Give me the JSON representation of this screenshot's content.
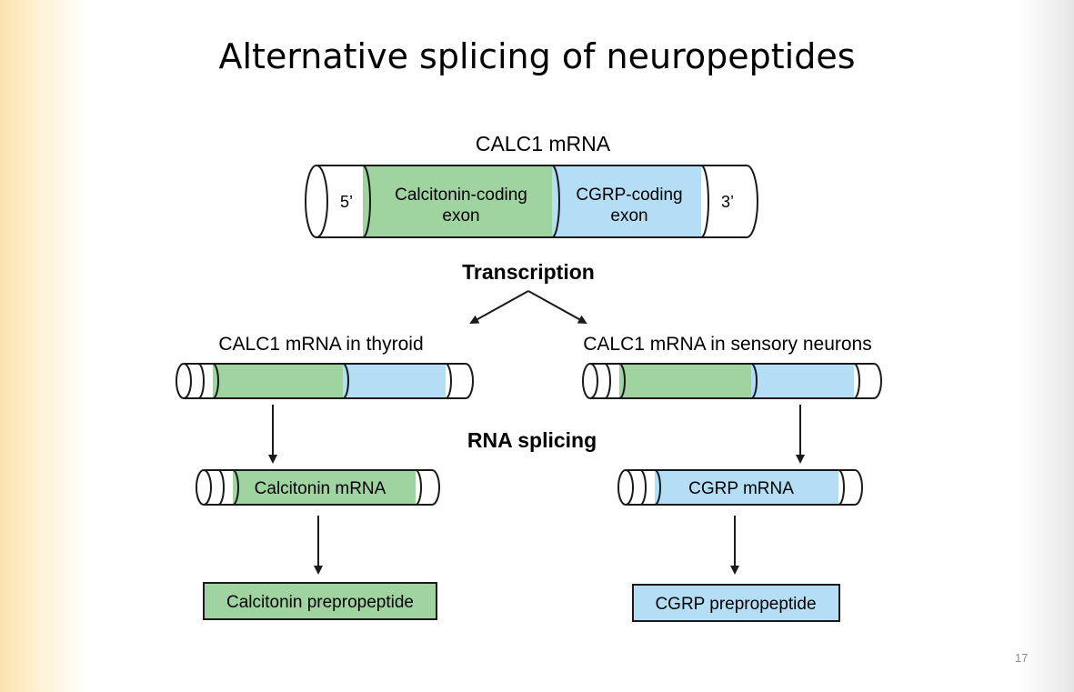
{
  "slide": {
    "title": "Alternative splicing of neuropeptides",
    "number": "17"
  },
  "diagram": {
    "main_mrna": {
      "label": "CALC1 mRNA",
      "five_prime": "5’",
      "three_prime": "3’",
      "exon1_line1": "Calcitonin-coding",
      "exon1_line2": "exon",
      "exon2_line1": "CGRP-coding",
      "exon2_line2": "exon"
    },
    "step_transcription": "Transcription",
    "step_splicing": "RNA splicing",
    "thyroid": {
      "label": "CALC1 mRNA in thyroid",
      "spliced_label": "Calcitonin mRNA",
      "product_label": "Calcitonin prepropeptide"
    },
    "neurons": {
      "label": "CALC1 mRNA in sensory neurons",
      "spliced_label": "CGRP mRNA",
      "product_label": "CGRP prepropeptide"
    },
    "colors": {
      "calcitonin_green": "#9fd39f",
      "cgrp_blue": "#b3def5",
      "outline": "#1a1a1a"
    }
  }
}
